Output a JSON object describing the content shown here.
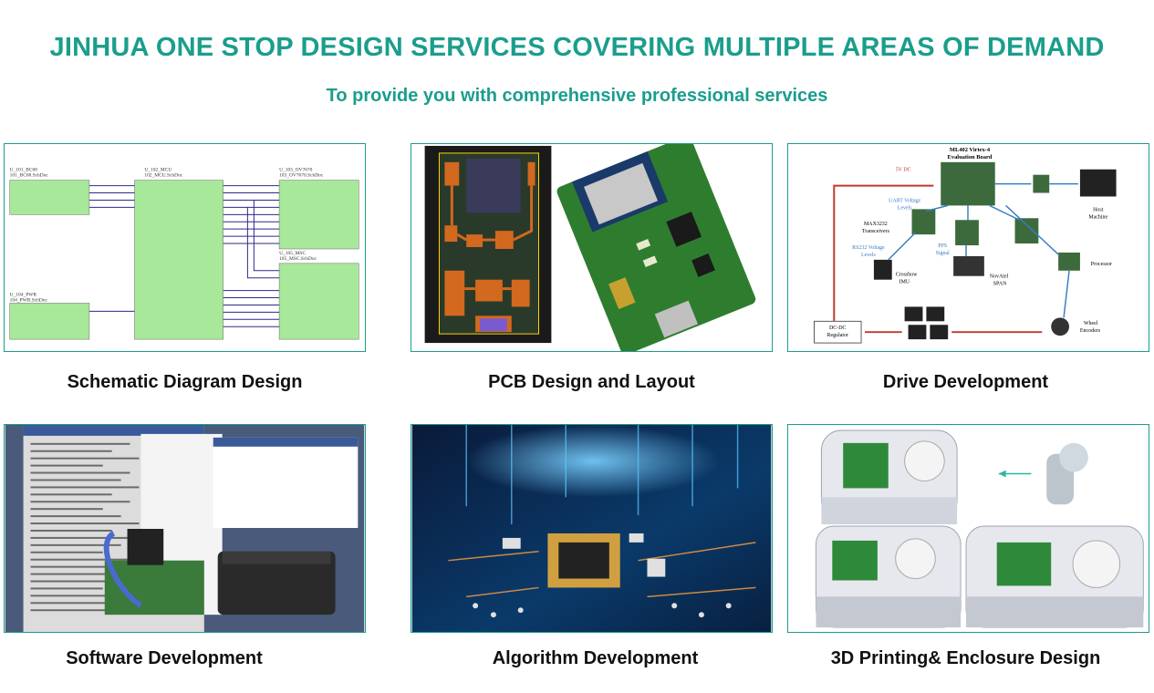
{
  "header": {
    "title": "JINHUA ONE STOP DESIGN SERVICES COVERING MULTIPLE AREAS OF DEMAND",
    "subtitle": "To provide you with comprehensive professional services"
  },
  "services": [
    {
      "label": "Schematic Diagram Design"
    },
    {
      "label": "PCB Design and Layout"
    },
    {
      "label": "Drive Development"
    },
    {
      "label": "Software Development"
    },
    {
      "label": "Algorithm Development"
    },
    {
      "label": "3D Printing& Enclosure Design"
    }
  ],
  "schematic": {
    "block1": "U_101_BC68",
    "block1_file": "101_BC68.SchDoc",
    "block2": "U_102_MCU",
    "block2_file": "102_MCU.SchDoc",
    "block3": "U_103_OV7670",
    "block3_file": "103_OV7670.SchDoc",
    "block4": "U_104_PWR",
    "block4_file": "104_PWR.SchDoc",
    "block5": "U_105_MSC",
    "block5_file": "105_MSC.SchDoc"
  },
  "drive": {
    "board": "ML402 Virtex-4",
    "board2": "Evaluation Board",
    "v5": "5V DC",
    "uart": "UART Voltage",
    "uart2": "Levels",
    "max": "MAX3232",
    "max2": "Transceivers",
    "rs": "RS232 Voltage",
    "rs2": "Levels",
    "pps": "PPS",
    "pps2": "Signal",
    "host": "Host",
    "host2": "Machine",
    "proc": "Processor",
    "imu": "Crossbow",
    "imu2": "IMU",
    "span": "NovAtel",
    "span2": "SPAN",
    "dcdc": "DC-DC",
    "dcdc2": "Regulator",
    "wheel": "Wheel",
    "wheel2": "Encoders"
  },
  "colors": {
    "accent": "#1a9e8c",
    "pcb_green": "#2e7d2e",
    "copper": "#d2691e",
    "arrow_red": "#c0392b",
    "arrow_blue": "#3b7dc4"
  }
}
